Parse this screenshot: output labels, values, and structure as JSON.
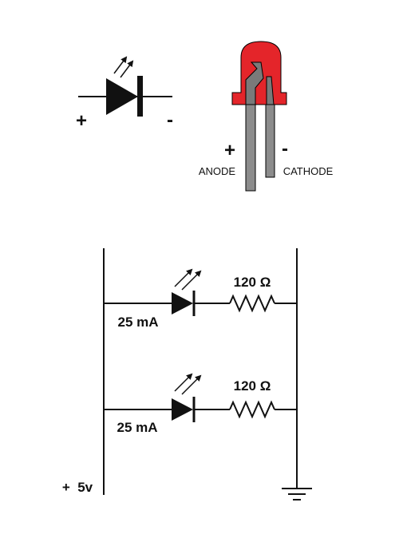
{
  "symbol": {
    "plus": "+",
    "minus": "-"
  },
  "led": {
    "anode_sign": "+",
    "cathode_sign": "-",
    "anode_label": "ANODE",
    "cathode_label": "CATHODE",
    "body_color": "#e4252a",
    "lead_color": "#8c8c8c"
  },
  "circuit": {
    "supply_label": "+  5v",
    "branches": [
      {
        "resistor": "120 Ω",
        "current": "25 mA"
      },
      {
        "resistor": "120 Ω",
        "current": "25 mA"
      }
    ]
  }
}
